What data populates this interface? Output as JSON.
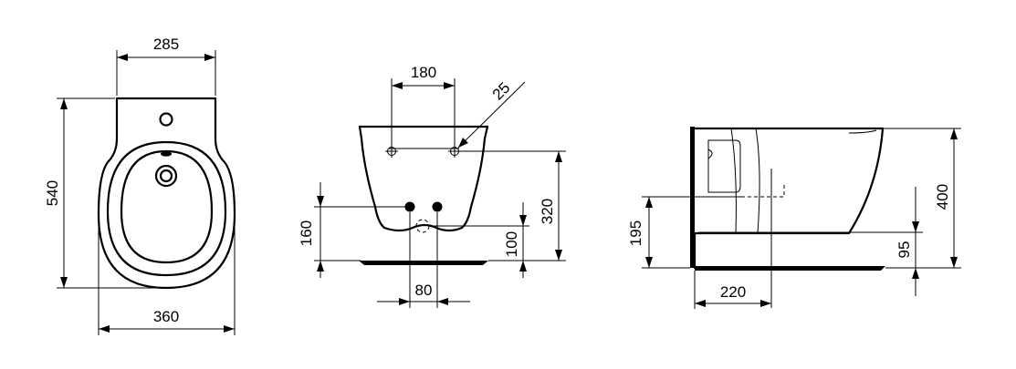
{
  "views": {
    "top": {
      "dimensions": {
        "top_width": "285",
        "overall_length": "540",
        "overall_width": "360"
      }
    },
    "front": {
      "dimensions": {
        "fixing_spacing": "180",
        "fixing_diameter": "25",
        "fixing_height": "320",
        "supply_height": "160",
        "waste_height": "100",
        "supply_spacing": "80"
      }
    },
    "side": {
      "dimensions": {
        "supply_height": "195",
        "overall_height": "400",
        "waste_height": "95",
        "waste_projection": "220"
      }
    }
  }
}
